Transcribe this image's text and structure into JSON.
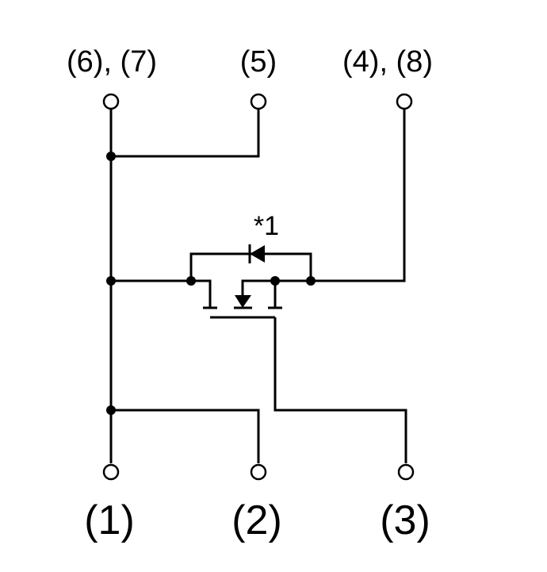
{
  "pins": {
    "top": {
      "p67": "(6), (7)",
      "p5": "(5)",
      "p48": "(4), (8)"
    },
    "bottom": {
      "p1": "(1)",
      "p2": "(2)",
      "p3": "(3)"
    }
  },
  "note": "*1"
}
